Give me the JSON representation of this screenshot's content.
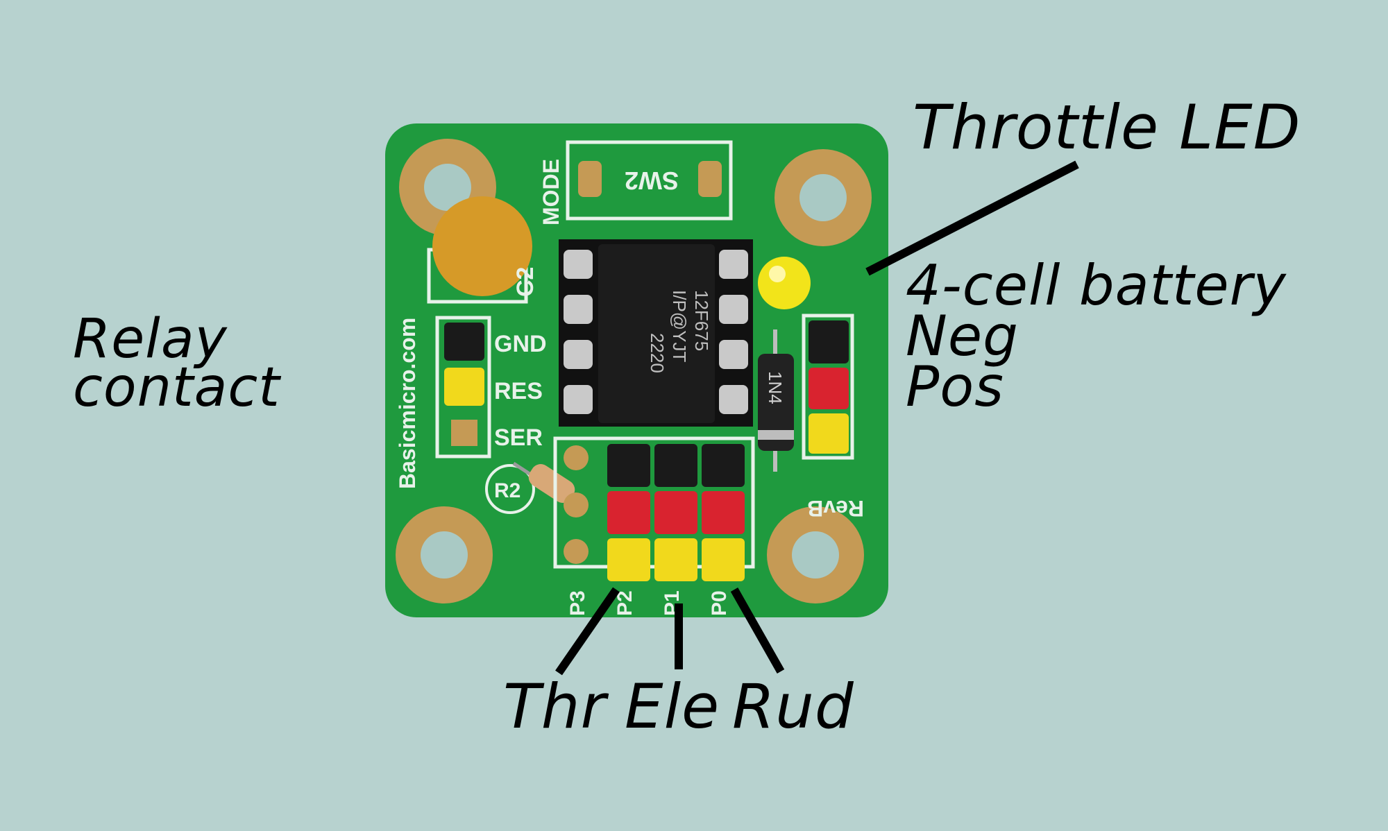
{
  "colors": {
    "background": "#b7d2cf",
    "pcb": "#1f9a3e",
    "silkscreen": "#e8f2ea",
    "pad_gold": "#c59a55",
    "chip": "#1c1c1c",
    "led": "#f2e41a",
    "capacitor": "#d69a28",
    "header_black": "#1a1a1a",
    "header_red": "#d9232f",
    "header_yellow": "#f1d91c",
    "annotation": "#000000"
  },
  "annotations": {
    "throttle_led": "Throttle LED",
    "battery": "4-cell battery",
    "neg": "Neg",
    "pos": "Pos",
    "relay": "Relay",
    "contact": "contact",
    "thr": "Thr",
    "ele": "Ele",
    "rud": "Rud"
  },
  "silkscreen": {
    "mode": "MODE",
    "sw2": "SW2",
    "c2": "C2",
    "brand": "Basicmicro.com",
    "gnd": "GND",
    "res": "RES",
    "ser": "SER",
    "r2": "R2",
    "revb": "RevB",
    "p3": "P3",
    "p2": "P2",
    "p1": "P1",
    "p0": "P0"
  },
  "chip": {
    "line1": "12F675",
    "line2": "I/P@YJT",
    "line3": "2220"
  },
  "diode": {
    "text": "1N4"
  }
}
